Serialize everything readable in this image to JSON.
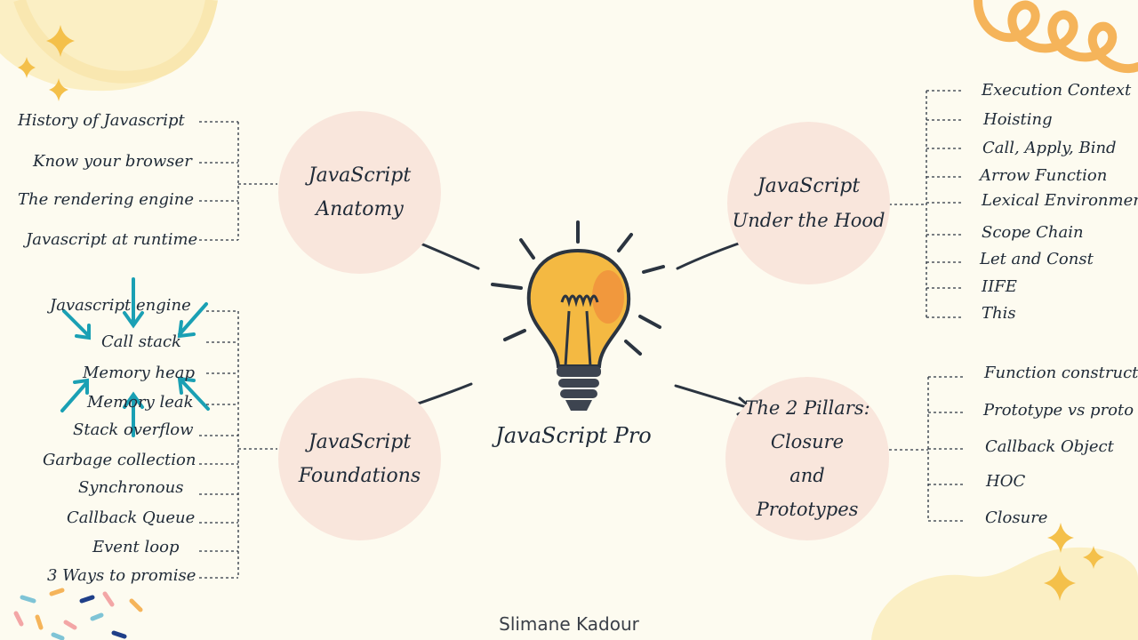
{
  "center": {
    "title": "JavaScript Pro"
  },
  "author": "Slimane Kadour",
  "colors": {
    "background": "#fdfbf0",
    "bubble": "#f9e6dc",
    "bulb": "#f4b942",
    "arrow_accent": "#1aa0b4",
    "text": "#1f2a37"
  },
  "topics": {
    "anatomy": {
      "title_lines": [
        "JavaScript",
        "Anatomy"
      ],
      "items": [
        "History of Javascript",
        "Know your browser",
        "The rendering engine",
        "Javascript at runtime"
      ]
    },
    "foundations": {
      "title_lines": [
        "JavaScript",
        "Foundations"
      ],
      "items": [
        "Javascript engine",
        "Call stack",
        "Memory heap",
        "Memory leak",
        "Stack overflow",
        "Garbage collection",
        "Synchronous",
        "Callback Queue",
        "Event loop",
        "3 Ways to promise"
      ]
    },
    "under_hood": {
      "title_lines": [
        "JavaScript",
        "Under the Hood"
      ],
      "items": [
        "Execution Context",
        "Hoisting",
        "Call, Apply, Bind",
        "Arrow Function",
        "Lexical Environment",
        "Scope Chain",
        "Let and Const",
        "IIFE",
        "This"
      ]
    },
    "pillars": {
      "title_lines": [
        "The 2 Pillars:",
        "Closure",
        "and",
        "Prototypes"
      ],
      "items": [
        "Function constructor",
        "Prototype vs proto",
        "Callback Object",
        "HOC",
        "Closure"
      ]
    }
  }
}
